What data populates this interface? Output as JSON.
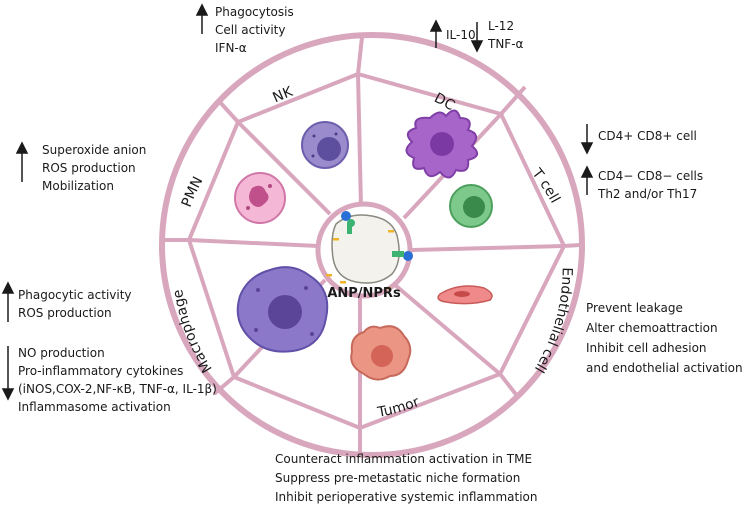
{
  "center": {
    "label": "ANP/NPRs"
  },
  "segments": {
    "nk": "NK",
    "dc": "DC",
    "tcell": "T cell",
    "endothelial": "Endothelial cell",
    "tumor": "Tumor",
    "macrophage": "Macrophage",
    "pmn": "PMN"
  },
  "annotations": {
    "nk": [
      "Phagocytosis",
      "Cell activity",
      "IFN-α"
    ],
    "dc_up": [
      "IL-10"
    ],
    "dc_down": [
      "L-12",
      "TNF-α"
    ],
    "tcell_down": [
      "CD4+ CD8+ cell"
    ],
    "tcell_up": [
      "CD4− CD8− cells",
      "Th2 and/or Th17"
    ],
    "pmn_up": [
      "Superoxide anion",
      "ROS production",
      "Mobilization"
    ],
    "macrophage_up": [
      "Phagocytic activity",
      "ROS production"
    ],
    "macrophage_down": [
      "NO production",
      "Pro-inflammatory cytokines",
      "(iNOS,COX-2,NF-κB, TNF-α, IL-1β)",
      "Inflammasome activation"
    ],
    "endothelial": [
      "Prevent leakage",
      "Alter chemoattraction",
      "Inhibit cell adhesion",
      "and endothelial activation"
    ],
    "tumor": [
      "Counteract inflammation activation in TME",
      "Suppress pre-metastatic niche formation",
      "Inhibit perioperative systemic inflammation"
    ]
  },
  "colors": {
    "ring": "#d9a7bd",
    "nk_cell": "#8a7cc4",
    "dc_cell": "#a865c9",
    "tcell_cell": "#6fbf7f",
    "endothelial_cell": "#e56f6f",
    "tumor_cell": "#e8857a",
    "macrophage_cell": "#8b78c9",
    "pmn_cell": "#e38fbc"
  }
}
